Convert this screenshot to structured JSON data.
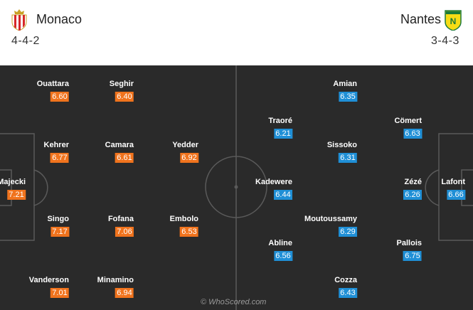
{
  "home": {
    "name": "Monaco",
    "formation": "4-4-2",
    "crest": "monaco-crest-icon",
    "rating_color": "#f0731d"
  },
  "away": {
    "name": "Nantes",
    "formation": "3-4-3",
    "crest": "nantes-crest-icon",
    "rating_color": "#1f8fd6"
  },
  "pitch_color": "#2a2a2a",
  "home_players": [
    {
      "name": "Ouattara",
      "rating": "6.60"
    },
    {
      "name": "Seghir",
      "rating": "6.40"
    },
    {
      "name": "Kehrer",
      "rating": "6.77"
    },
    {
      "name": "Camara",
      "rating": "6.61"
    },
    {
      "name": "Yedder",
      "rating": "6.92"
    },
    {
      "name": "Majecki",
      "rating": "7.21"
    },
    {
      "name": "Singo",
      "rating": "7.17"
    },
    {
      "name": "Fofana",
      "rating": "7.06"
    },
    {
      "name": "Embolo",
      "rating": "6.53"
    },
    {
      "name": "Vanderson",
      "rating": "7.01"
    },
    {
      "name": "Minamino",
      "rating": "6.94"
    }
  ],
  "away_players": [
    {
      "name": "Amian",
      "rating": "6.35"
    },
    {
      "name": "Traoré",
      "rating": "6.21"
    },
    {
      "name": "Cömert",
      "rating": "6.63"
    },
    {
      "name": "Sissoko",
      "rating": "6.31"
    },
    {
      "name": "Kadewere",
      "rating": "6.44"
    },
    {
      "name": "Zézé",
      "rating": "6.26"
    },
    {
      "name": "Lafont",
      "rating": "6.66"
    },
    {
      "name": "Moutoussamy",
      "rating": "6.29"
    },
    {
      "name": "Abline",
      "rating": "6.56"
    },
    {
      "name": "Pallois",
      "rating": "6.75"
    },
    {
      "name": "Cozza",
      "rating": "6.43"
    }
  ],
  "watermark": "© WhoScored.com"
}
